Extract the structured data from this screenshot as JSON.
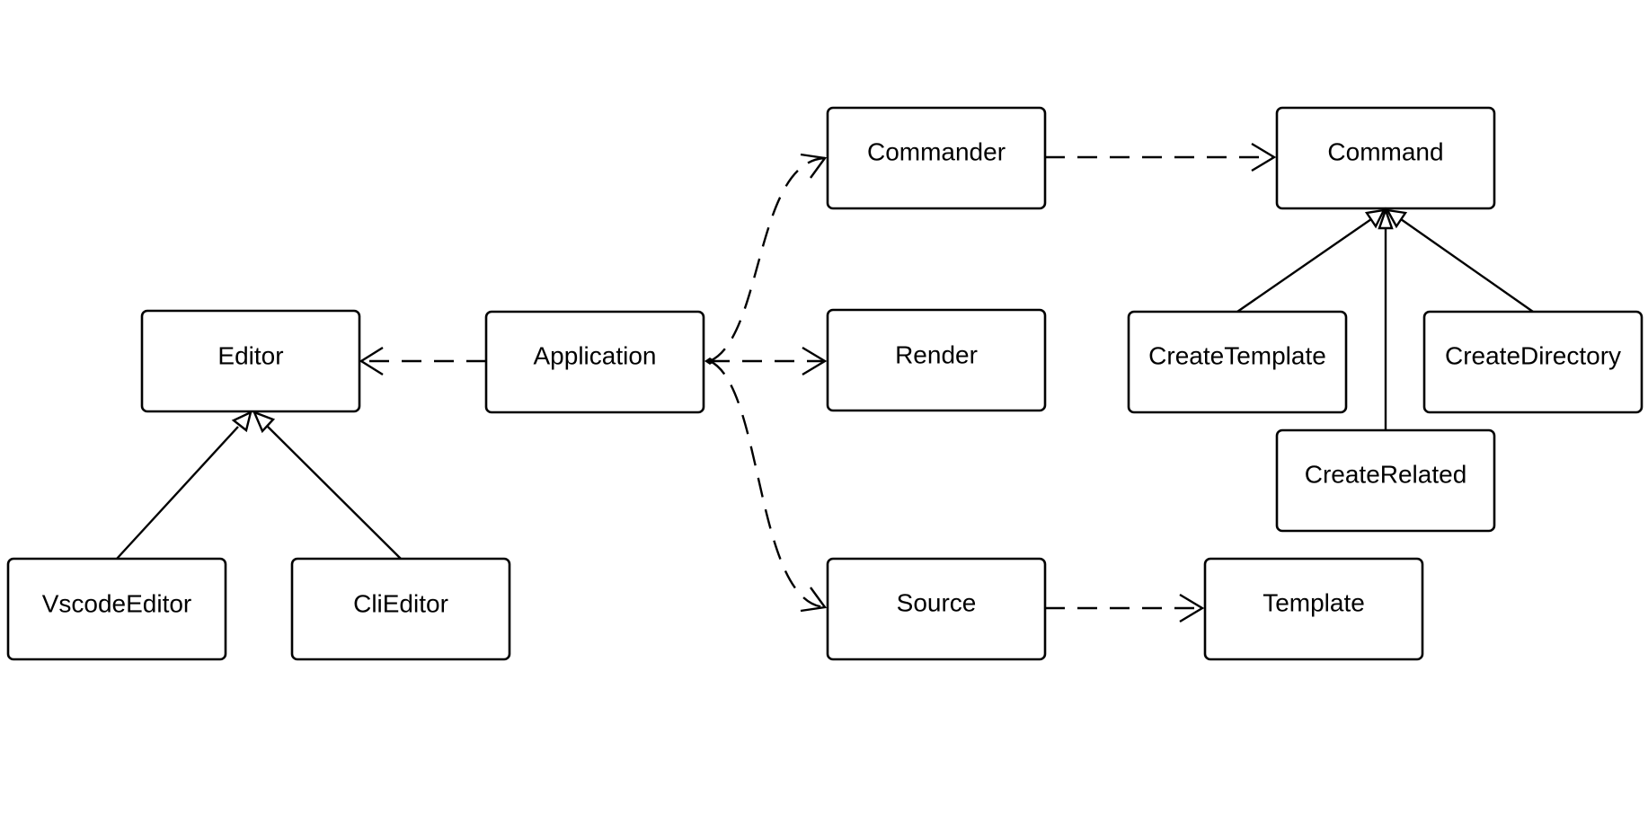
{
  "nodes": {
    "editor": "Editor",
    "application": "Application",
    "commander": "Commander",
    "command": "Command",
    "render": "Render",
    "create_template": "CreateTemplate",
    "create_directory": "CreateDirectory",
    "create_related": "CreateRelated",
    "vscode_editor": "VscodeEditor",
    "cli_editor": "CliEditor",
    "source": "Source",
    "template": "Template"
  }
}
